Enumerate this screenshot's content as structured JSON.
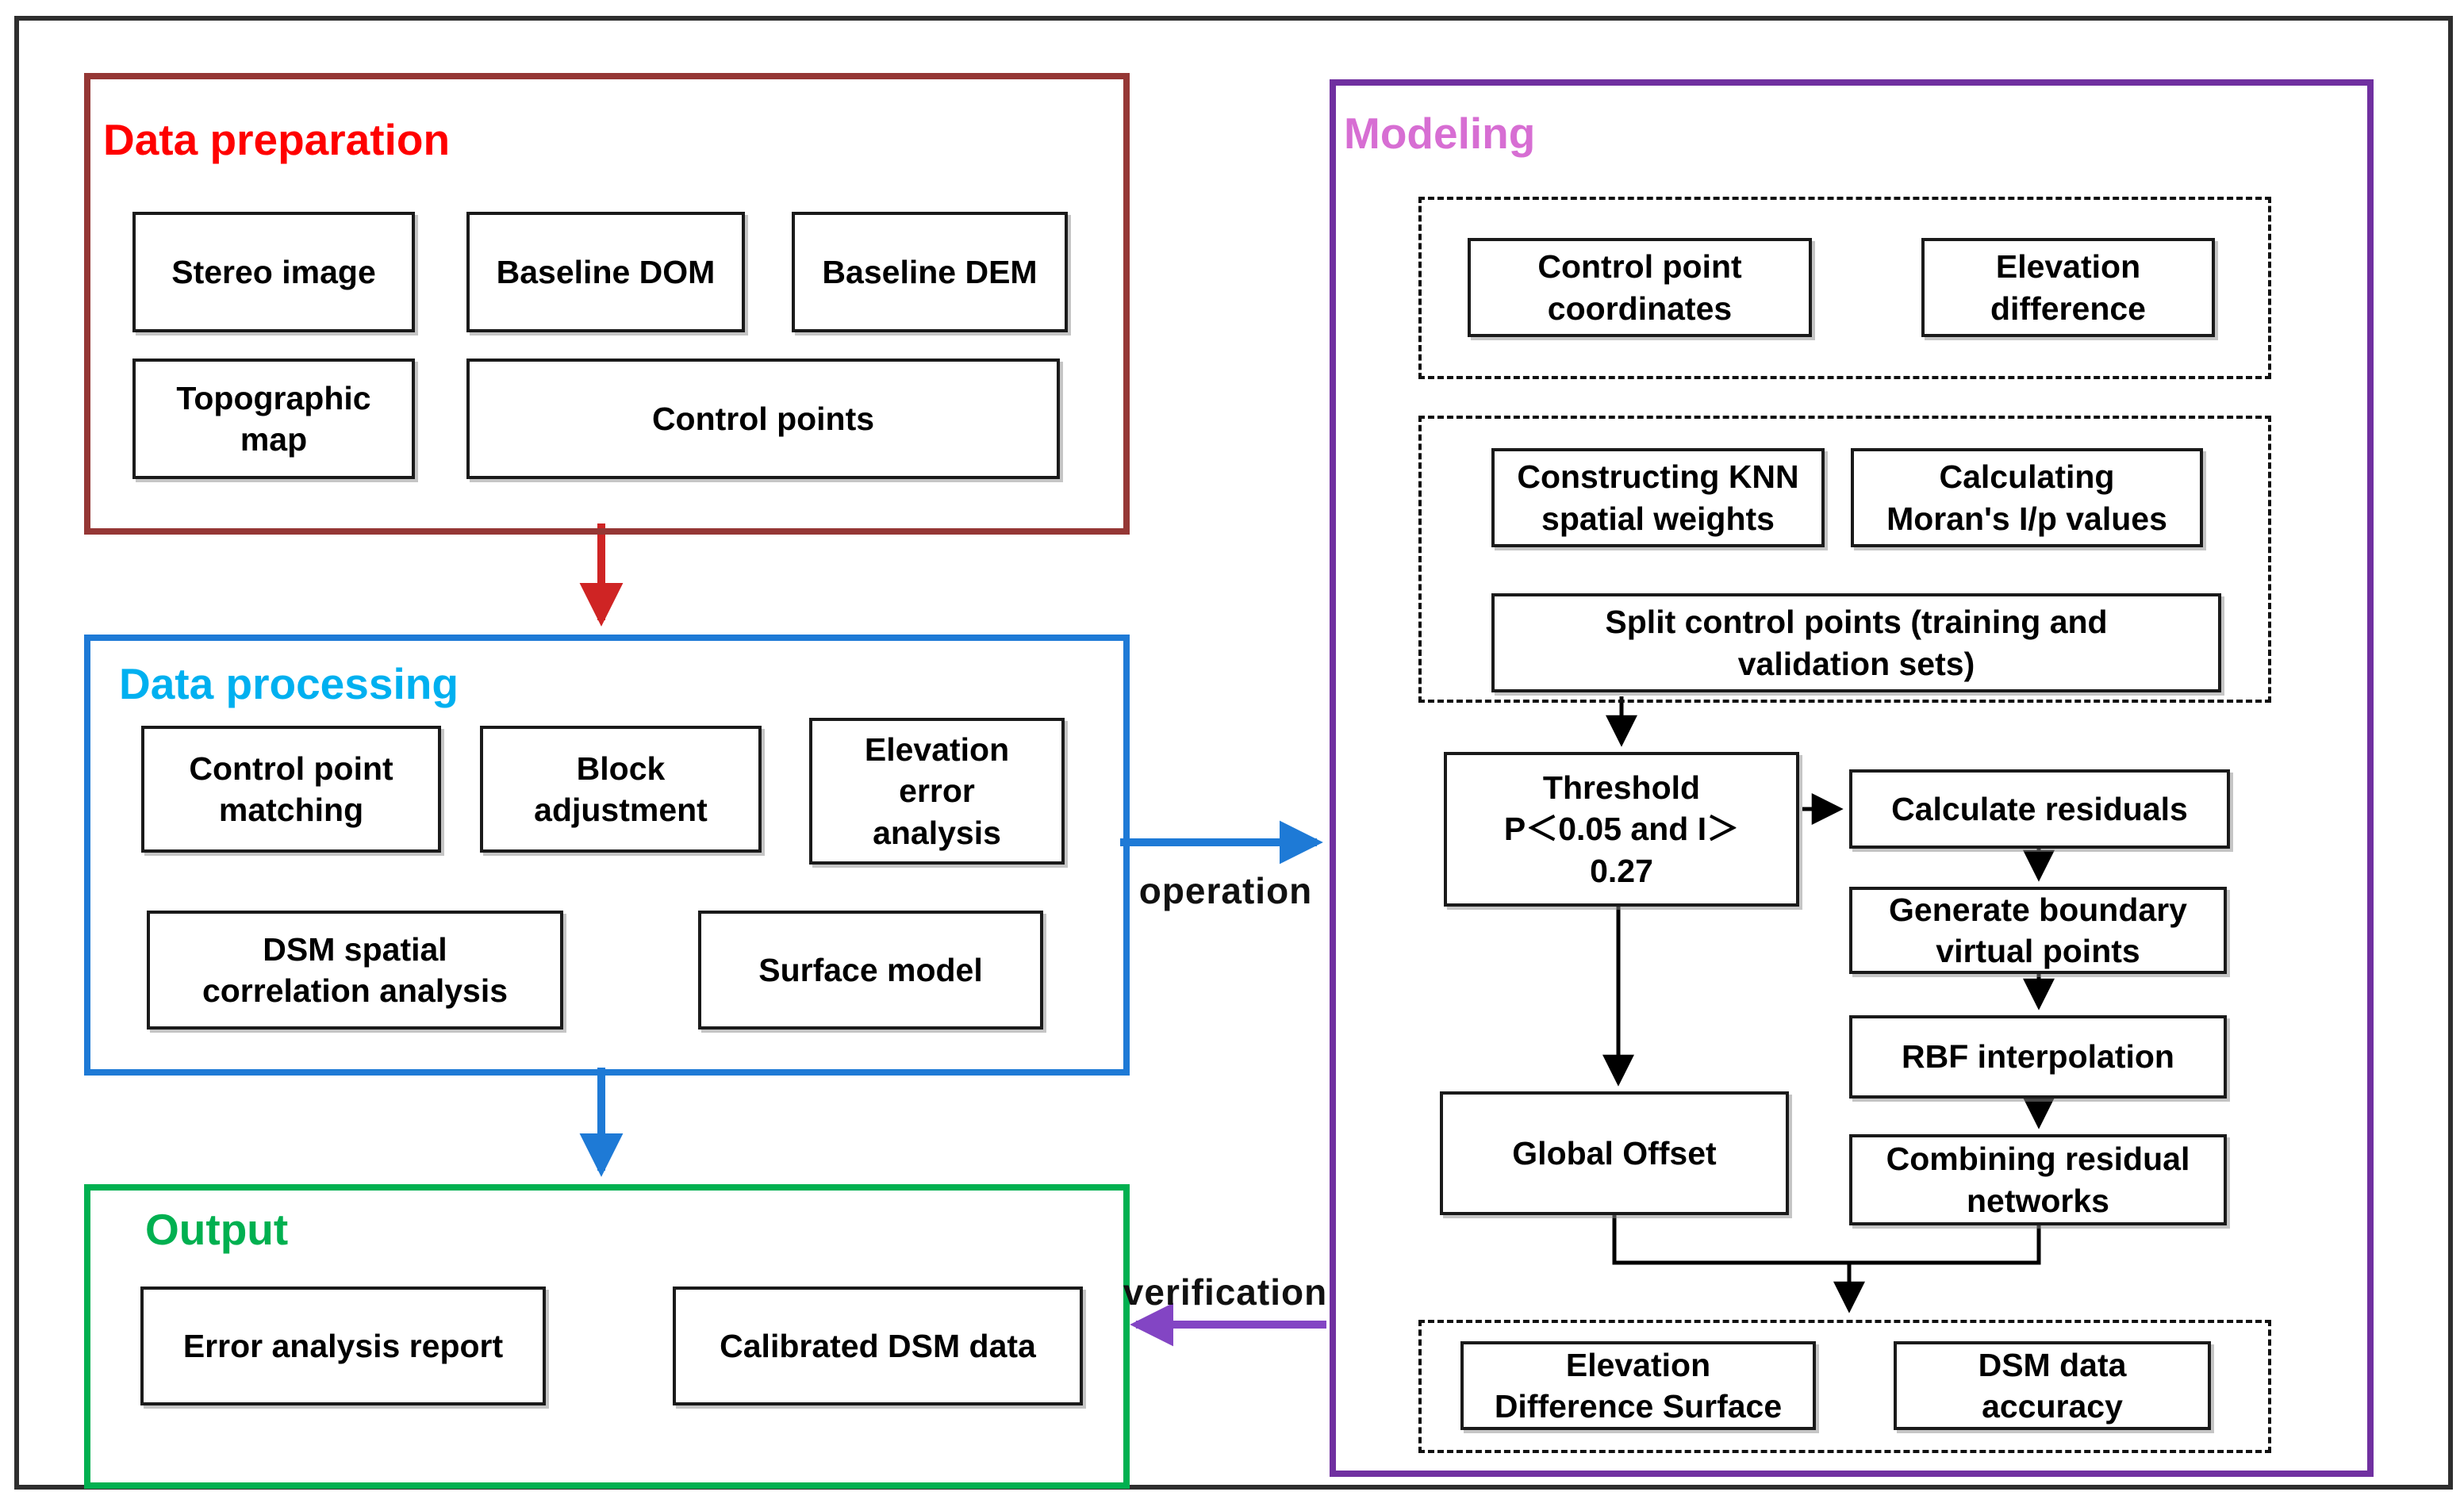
{
  "sections": {
    "data_preparation": {
      "title": "Data preparation",
      "title_color": "#ff0000",
      "border_color": "#953735",
      "nodes": {
        "stereo_image": "Stereo image",
        "baseline_dom": "Baseline DOM",
        "baseline_dem": "Baseline DEM",
        "topographic_map": "Topographic\nmap",
        "control_points": "Control points"
      }
    },
    "data_processing": {
      "title": "Data processing",
      "title_color": "#00b0f0",
      "border_color": "#1e7ad6",
      "nodes": {
        "control_point_matching": "Control point\nmatching",
        "block_adjustment": "Block\nadjustment",
        "elevation_error_analysis": "Elevation\nerror\nanalysis",
        "dsm_spatial_correlation": "DSM spatial\ncorrelation analysis",
        "surface_model": "Surface model"
      }
    },
    "output": {
      "title": "Output",
      "title_color": "#00b050",
      "border_color": "#00b050",
      "nodes": {
        "error_analysis_report": "Error analysis report",
        "calibrated_dsm_data": "Calibrated DSM data"
      }
    },
    "modeling": {
      "title": "Modeling",
      "title_color": "#d76ed3",
      "border_color": "#7030a0",
      "nodes": {
        "control_point_coordinates": "Control point\ncoordinates",
        "elevation_difference": "Elevation\ndifference",
        "constructing_knn": "Constructing KNN\nspatial weights",
        "calculating_moran": "Calculating\nMoran's I/p values",
        "split_control_points": "Split control points (training and\nvalidation sets)",
        "threshold": "Threshold\nP＜0.05 and I＞\n0.27",
        "calculate_residuals": "Calculate residuals",
        "generate_boundary_virtual_points": "Generate boundary\nvirtual points",
        "rbf_interpolation": "RBF interpolation",
        "global_offset": "Global Offset",
        "combining_residual_networks": "Combining residual\nnetworks",
        "elevation_difference_surface": "Elevation\nDifference Surface",
        "dsm_data_accuracy": "DSM data\naccuracy"
      }
    }
  },
  "edge_labels": {
    "operation": "operation",
    "verification": "verification"
  },
  "arrow_colors": {
    "red": "#cf2424",
    "blue": "#1e7ad6",
    "purple": "#8345c4",
    "black": "#000000"
  }
}
